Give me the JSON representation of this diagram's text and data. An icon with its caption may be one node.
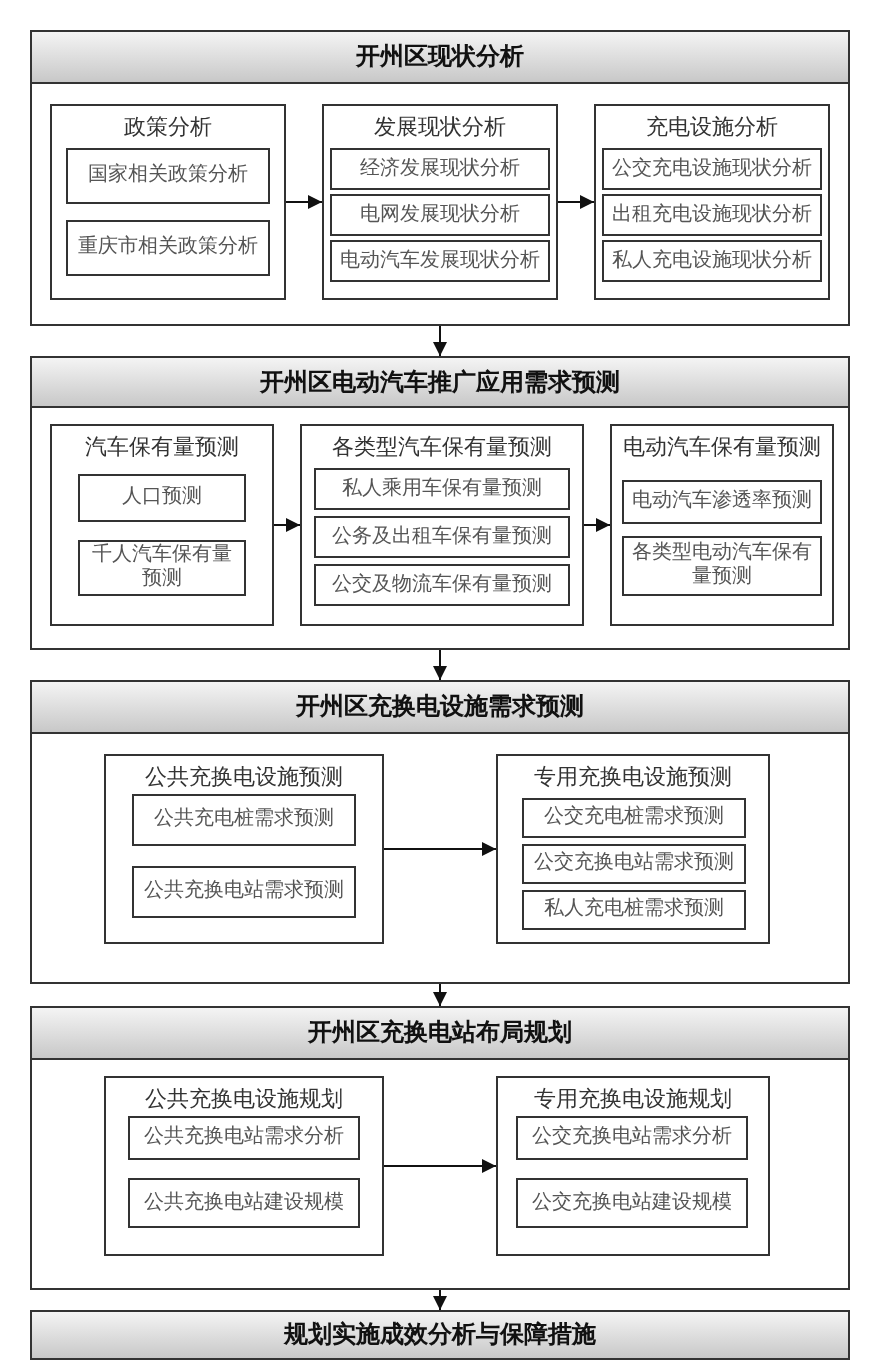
{
  "diagram": {
    "nodes": [
      {
        "text": [],
        "shape": "box"
      },
      {
        "text": [
          "开州区现状分析"
        ],
        "in": 0
      },
      {
        "text": [
          "政策分析"
        ],
        "in": 0
      },
      {
        "text": [
          "国家相关政策分析"
        ],
        "in": 2
      },
      {
        "text": [
          "重庆市相关政策分析"
        ],
        "in": 2
      },
      {
        "text": [
          "发展现状分析"
        ],
        "in": 0
      },
      {
        "text": [
          "经济发展现状分析"
        ],
        "in": 5
      },
      {
        "text": [
          "电网发展现状分析"
        ],
        "in": 5
      },
      {
        "text": [
          "电动汽车发展现状分析"
        ],
        "in": 5
      },
      {
        "text": [
          "充电设施分析"
        ],
        "in": 0
      },
      {
        "text": [
          "公交充电设施现状分析"
        ],
        "in": 9
      },
      {
        "text": [
          "出租充电设施现状分析"
        ],
        "in": 9
      },
      {
        "text": [
          "私人充电设施现状分析"
        ],
        "in": 9
      },
      {
        "text": [],
        "shape": "box"
      },
      {
        "text": [
          "开州区电动汽车推广应用需求预测"
        ],
        "in": 13
      },
      {
        "text": [
          "汽车保有量预测"
        ],
        "in": 13
      },
      {
        "text": [
          "人口预测"
        ],
        "in": 15
      },
      {
        "text": [
          "千人汽车保有量预测"
        ],
        "in": 15
      },
      {
        "text": [
          "各类型汽车保有量预测"
        ],
        "in": 13
      },
      {
        "text": [
          "私人乘用车保有量预测"
        ],
        "in": 18
      },
      {
        "text": [
          "公务及出租车保有量预测"
        ],
        "in": 18
      },
      {
        "text": [
          "公交及物流车保有量预测"
        ],
        "in": 18
      },
      {
        "text": [
          "电动汽车保有量预测"
        ],
        "in": 13
      },
      {
        "text": [
          "电动汽车渗透率预测"
        ],
        "in": 22
      },
      {
        "text": [
          "各类型电动汽车保有量预测"
        ],
        "in": 22
      },
      {
        "text": [],
        "shape": "box"
      },
      {
        "text": [
          "开州区充换电设施需求预测"
        ],
        "in": 25
      },
      {
        "text": [
          "公共充换电设施预测"
        ],
        "in": 25
      },
      {
        "text": [
          "公共充电桩需求预测"
        ],
        "in": 27
      },
      {
        "text": [
          "公共充换电站需求预测"
        ],
        "in": 27
      },
      {
        "text": [
          "专用充换电设施预测"
        ],
        "in": 25
      },
      {
        "text": [
          "公交充电桩需求预测"
        ],
        "in": 30
      },
      {
        "text": [
          "公交充换电站需求预测"
        ],
        "in": 30
      },
      {
        "text": [
          "私人充电桩需求预测"
        ],
        "in": 30
      },
      {
        "text": [],
        "shape": "box"
      },
      {
        "text": [
          "开州区充换电站布局规划"
        ],
        "in": 34
      },
      {
        "text": [
          "公共充换电设施规划"
        ],
        "in": 34
      },
      {
        "text": [
          "公共充换电站需求分析"
        ],
        "in": 36
      },
      {
        "text": [
          "公共充换电站建设规模"
        ],
        "in": 36
      },
      {
        "text": [
          "专用充换电设施规划"
        ],
        "in": 34
      },
      {
        "text": [
          "公交充换电站需求分析"
        ],
        "in": 39
      },
      {
        "text": [
          "公交充换电站建设规模"
        ],
        "in": 39
      },
      {
        "text": [
          "规划实施成效分析与保障措施"
        ]
      }
    ],
    "edges": [
      {
        "from": 0,
        "to": 13,
        "arrow": "to"
      },
      {
        "from": 13,
        "to": 25,
        "arrow": "to"
      },
      {
        "from": 25,
        "to": 34,
        "arrow": "to"
      },
      {
        "from": 34,
        "to": 42,
        "arrow": "to"
      },
      {
        "from": 2,
        "to": 5,
        "arrow": "to"
      },
      {
        "from": 5,
        "to": 9,
        "arrow": "to"
      },
      {
        "from": 15,
        "to": 18,
        "arrow": "to"
      },
      {
        "from": 18,
        "to": 22,
        "arrow": "to"
      },
      {
        "from": 27,
        "to": 30,
        "arrow": "to"
      },
      {
        "from": 36,
        "to": 39,
        "arrow": "to"
      }
    ]
  }
}
